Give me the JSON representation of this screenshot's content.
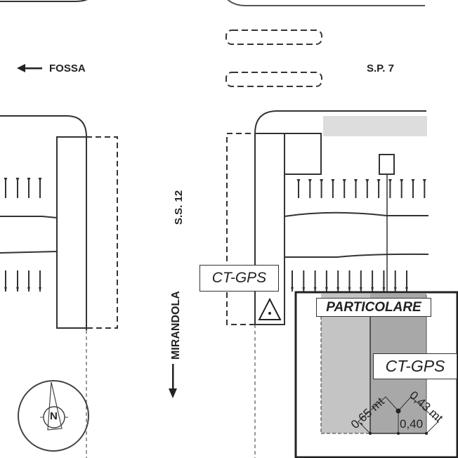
{
  "labels": {
    "fossa": "FOSSA",
    "sp7": "S.P. 7",
    "ss12": "S.S. 12",
    "mirandola": "MIRANDOLA",
    "ct_gps_main": "CT-GPS",
    "particolare": "PARTICOLARE",
    "ct_gps_detail": "CT-GPS",
    "dim_065": "0,65 mt",
    "dim_043": "0,43 mt",
    "dim_040": "0,40",
    "compass_n": "N"
  },
  "colors": {
    "line": "#333333",
    "light_gray": "#c4c4c4",
    "dark_gray": "#a8a8a8",
    "band_gray": "#dddddd"
  }
}
